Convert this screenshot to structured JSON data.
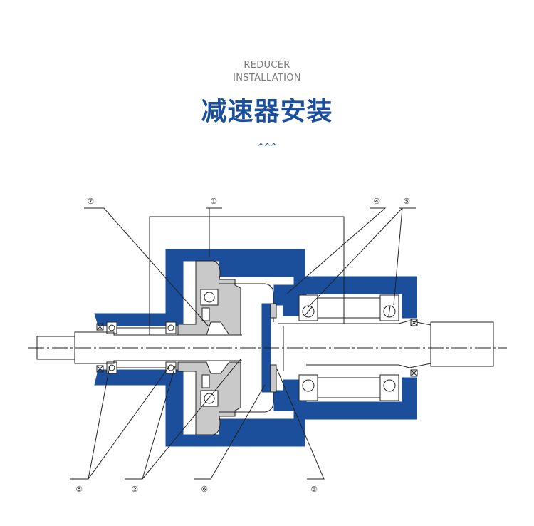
{
  "header": {
    "subtitle_line1": "REDUCER",
    "subtitle_line2": "INSTALLATION",
    "title": "减速器安装",
    "ornament": "^^^"
  },
  "diagram": {
    "callouts": [
      "①",
      "②",
      "③",
      "④",
      "⑤",
      "⑥",
      "⑦"
    ],
    "colors": {
      "housing": "#1b4f9c",
      "gear": "#c9c9c9",
      "line": "#222222"
    }
  }
}
